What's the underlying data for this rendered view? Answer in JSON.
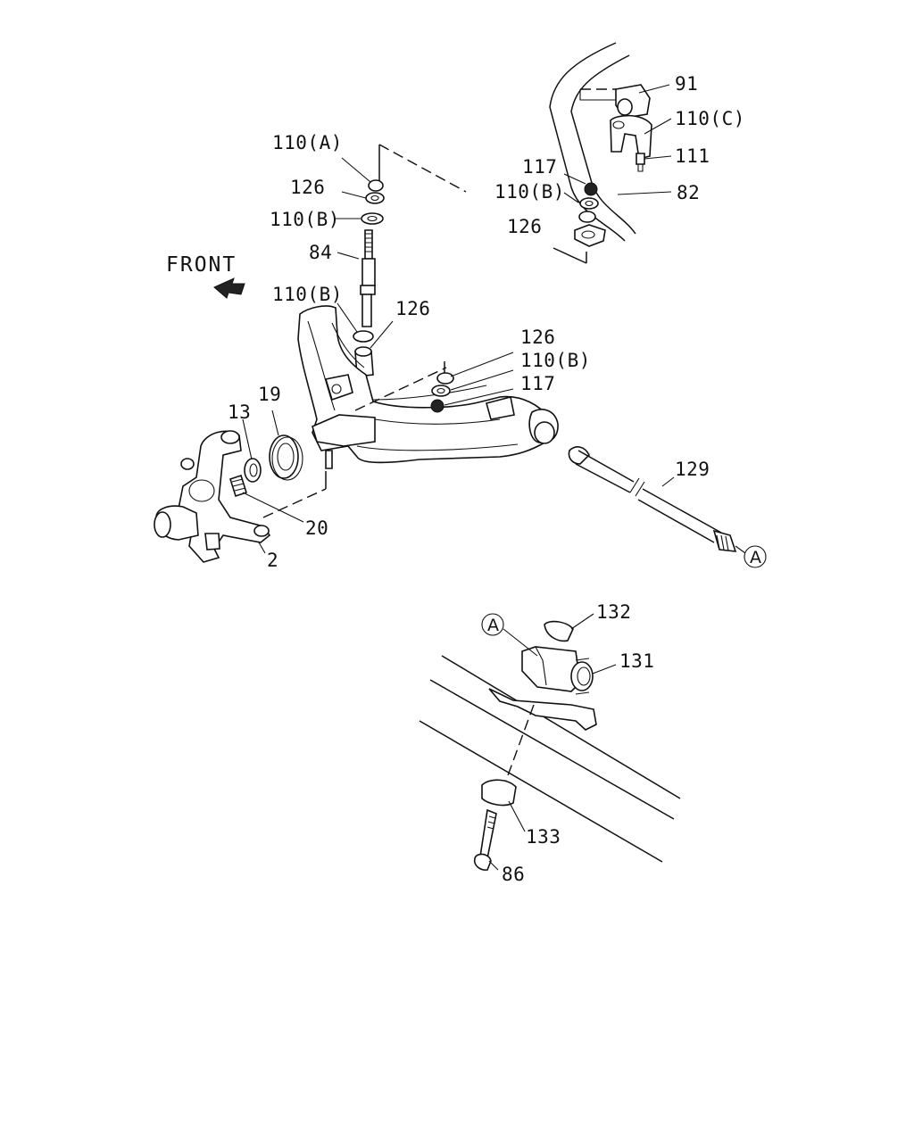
{
  "front_label": "FRONT",
  "callouts": {
    "p91": "91",
    "p110c": "110(C)",
    "p111": "111",
    "p117_top": "117",
    "p110b_right": "110(B)",
    "p82": "82",
    "p126_right": "126",
    "p110a": "110(A)",
    "p126_top": "126",
    "p110b_top": "110(B)",
    "p84": "84",
    "p110b_mid": "110(B)",
    "p126_mid": "126",
    "p126_arm": "126",
    "p110b_arm": "110(B)",
    "p117_arm": "117",
    "p19": "19",
    "p13": "13",
    "p20": "20",
    "p2": "2",
    "p129": "129",
    "p132": "132",
    "p131": "131",
    "p133": "133",
    "p86": "86"
  },
  "ref_markers": {
    "a_right": "A",
    "a_detail": "A"
  }
}
